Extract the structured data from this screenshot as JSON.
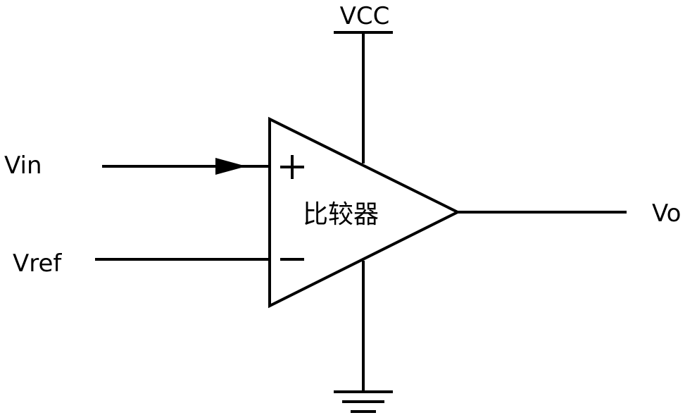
{
  "labels": {
    "vcc": "VCC",
    "vin": "Vin",
    "vref": "Vref",
    "vo": "Vo",
    "comparator": "比较器",
    "plus": "+",
    "minus": "−"
  }
}
